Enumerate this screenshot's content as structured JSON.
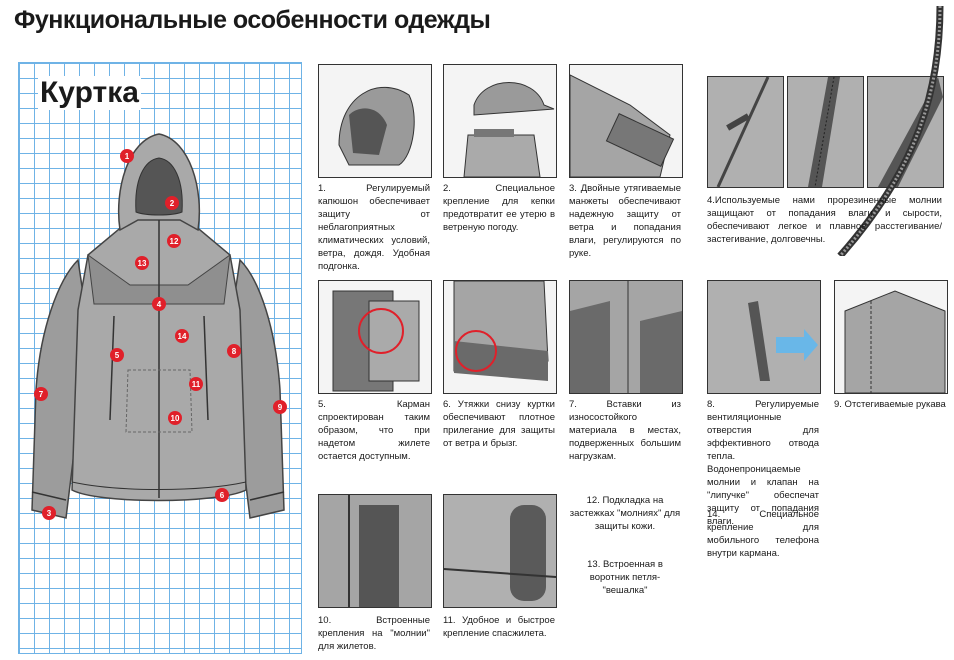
{
  "page": {
    "title": "Функциональные особенности одежды",
    "section": "Куртка"
  },
  "callouts": [
    "1",
    "2",
    "12",
    "13",
    "4",
    "14",
    "5",
    "8",
    "7",
    "11",
    "10",
    "9",
    "3",
    "6"
  ],
  "features": {
    "f1": "1. Регулируемый капюшон обеспечивает защиту от неблагоприятных климатических условий, ветра, дождя. Удобная подгонка.",
    "f2": "2. Специальное крепление для кепки предотвратит ее утерю в ветреную погоду.",
    "f3": "3. Двойные утягиваемые манжеты обеспечивают надежную защиту от ветра и попадания влаги, регулируются по руке.",
    "f4": "4.Используемые нами прорезиненные молнии защищают от попадания влаги и сырости, обеспечивают легкое и плавное расстегивание/застегивание, долговечны.",
    "f5": "5. Карман спроектирован таким образом, что при надетом жилете остается доступным.",
    "f6": "6. Утяжки снизу куртки обеспечивают плотное прилегание для защиты от ветра и брызг.",
    "f7": "7. Вставки из износостойкого материала в местах, подверженных большим нагрузкам.",
    "f8": "8. Регулируемые вентиляционные отверстия для эффективного отвода тепла. Водонепроницаемые молнии и клапан на \"липучке\" обеспечат защиту от попадания влаги.",
    "f9": "9. Отстегиваемые рукава",
    "f10": "10. Встроенные крепления на \"молнии\" для жилетов.",
    "f11": "11. Удобное и быстрое крепление спасжилета.",
    "f12": "12. Подкладка на застежках \"молниях\" для защиты кожи.",
    "f13": "13. Встроенная в воротник петля-\"вешалка\"",
    "f14": "14. Специальное крепление для мобильного телефона внутри кармана."
  },
  "colors": {
    "accent": "#e0202a",
    "grid": "#6fb3e6",
    "jacket": "#a9a9a9",
    "jacket_dark": "#7e7e7e"
  }
}
